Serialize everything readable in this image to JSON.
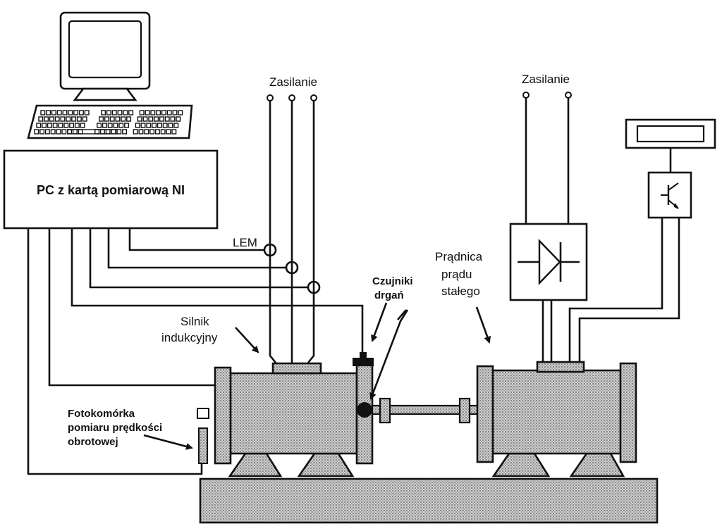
{
  "labels": {
    "pc": "PC z kartą pomiarową NI",
    "supply_left": "Zasilanie",
    "supply_right": "Zasilanie",
    "lem": "LEM",
    "induction_motor_l1": "Silnik",
    "induction_motor_l2": "indukcyjny",
    "vibration_sensors_l1": "Czujniki",
    "vibration_sensors_l2": "drgań",
    "dc_generator_l1": "Prądnica",
    "dc_generator_l2": "prądu",
    "dc_generator_l3": "stałego",
    "photocell_l1": "Fotokomórka",
    "photocell_l2": "pomiaru prędkości",
    "photocell_l3": "obrotowej"
  },
  "icons": {
    "computer": "computer-monitor-icon",
    "keyboard": "keyboard-icon",
    "diode": "diode-rectifier-icon",
    "transistor": "transistor-icon",
    "resistor": "resistor-load-icon",
    "current_sensor": "current-sensor-ring-icon"
  }
}
